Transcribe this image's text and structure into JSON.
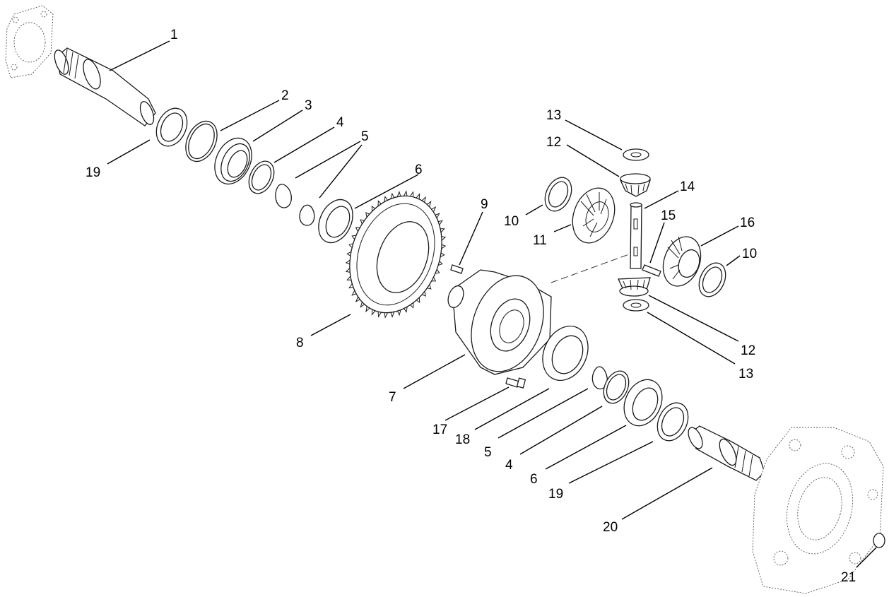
{
  "callouts": [
    {
      "id": "c1",
      "text": "1"
    },
    {
      "id": "c2",
      "text": "2"
    },
    {
      "id": "c3",
      "text": "3"
    },
    {
      "id": "c4a",
      "text": "4"
    },
    {
      "id": "c5a",
      "text": "5"
    },
    {
      "id": "c6a",
      "text": "6"
    },
    {
      "id": "c19a",
      "text": "19"
    },
    {
      "id": "c8",
      "text": "8"
    },
    {
      "id": "c9",
      "text": "9"
    },
    {
      "id": "c7",
      "text": "7"
    },
    {
      "id": "c10a",
      "text": "10"
    },
    {
      "id": "c11",
      "text": "11"
    },
    {
      "id": "c13a",
      "text": "13"
    },
    {
      "id": "c12a",
      "text": "12"
    },
    {
      "id": "c14",
      "text": "14"
    },
    {
      "id": "c15",
      "text": "15"
    },
    {
      "id": "c16",
      "text": "16"
    },
    {
      "id": "c10b",
      "text": "10"
    },
    {
      "id": "c12b",
      "text": "12"
    },
    {
      "id": "c13b",
      "text": "13"
    },
    {
      "id": "c17",
      "text": "17"
    },
    {
      "id": "c18",
      "text": "18"
    },
    {
      "id": "c5b",
      "text": "5"
    },
    {
      "id": "c4b",
      "text": "4"
    },
    {
      "id": "c6b",
      "text": "6"
    },
    {
      "id": "c19b",
      "text": "19"
    },
    {
      "id": "c20",
      "text": "20"
    },
    {
      "id": "c21",
      "text": "21"
    }
  ]
}
